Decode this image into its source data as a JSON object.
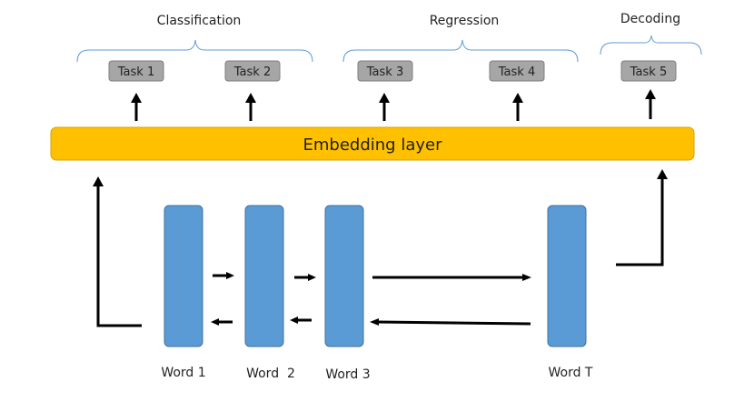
{
  "groups": [
    {
      "label": "Classification"
    },
    {
      "label": "Regression"
    },
    {
      "label": "Decoding"
    }
  ],
  "tasks": [
    {
      "label": "Task 1"
    },
    {
      "label": "Task 2"
    },
    {
      "label": "Task 3"
    },
    {
      "label": "Task 4"
    },
    {
      "label": "Task 5"
    }
  ],
  "embedding_layer": {
    "label": "Embedding layer"
  },
  "words": [
    {
      "label": "Word 1"
    },
    {
      "label": "Word  2"
    },
    {
      "label": "Word 3"
    },
    {
      "label": "Word T"
    }
  ],
  "colors": {
    "embedding_fill": "#ffc000",
    "embedding_stroke": "#d9a200",
    "word_fill": "#5b9bd5",
    "word_stroke": "#41719c",
    "task_fill": "#a6a6a6",
    "task_stroke": "#7f7f7f",
    "brace": "#5b9bd5",
    "arrow": "#000000"
  }
}
